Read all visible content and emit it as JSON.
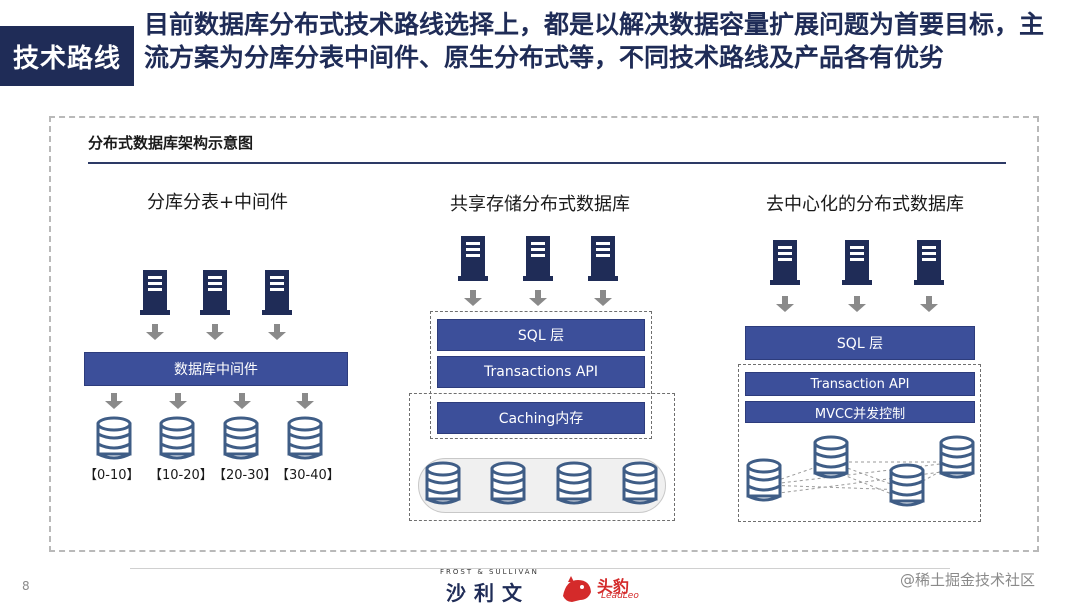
{
  "header": {
    "tag": "技术路线",
    "headline": "目前数据库分布式技术路线选择上，都是以解决数据容量扩展问题为首要目标，主流方案为分库分表中间件、原生分布式等，不同技术路线及产品各有优劣"
  },
  "diagram": {
    "title": "分布式数据库架构示意图",
    "columns": [
      {
        "title": "分库分表+中间件",
        "middleware": "数据库中间件",
        "ranges": [
          "【0-10】",
          "【10-20】",
          "【20-30】",
          "【30-40】"
        ]
      },
      {
        "title": "共享存储分布式数据库",
        "layers": [
          "SQL 层",
          "Transactions API",
          "Caching内存"
        ]
      },
      {
        "title": "去中心化的分布式数据库",
        "layers": [
          "SQL 层",
          "Transaction API",
          "MVCC并发控制"
        ]
      }
    ]
  },
  "footer": {
    "page": "8",
    "frost_small": "FROST & SULLIVAN",
    "frost_logo": "沙利文",
    "leadleo": "头豹",
    "leadleo_sub": "LeadLeo",
    "watermark": "@稀土掘金技术社区"
  },
  "colors": {
    "navy": "#1f2c57",
    "bar": "#3c4f9a",
    "server": "#1f2c57",
    "db": "#3f5d86",
    "arrow": "#8a8a8a"
  }
}
